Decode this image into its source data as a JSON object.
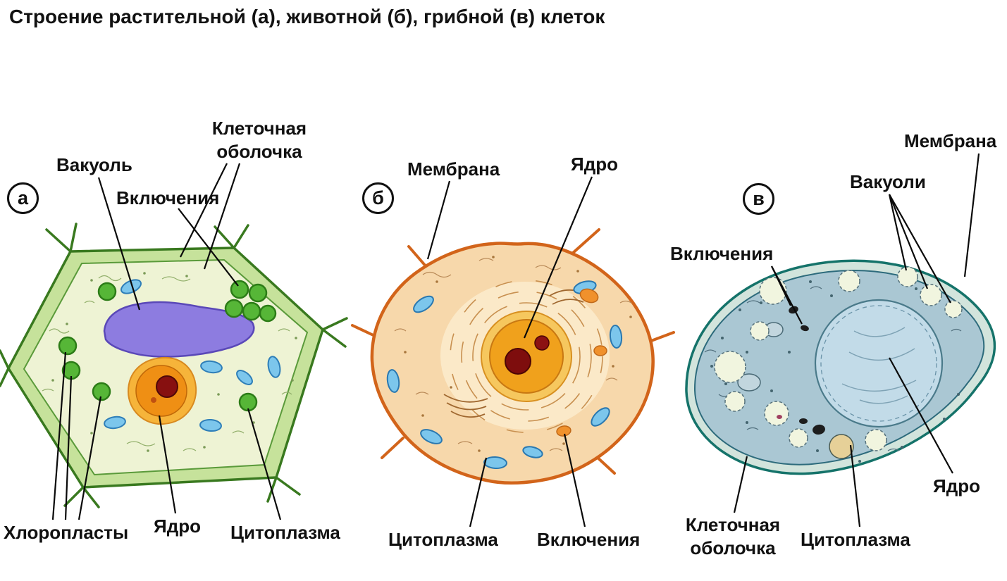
{
  "title": "Строение растительной (а), животной (б), грибной (в) клеток",
  "cells": {
    "plant": {
      "badge": "а",
      "labels": {
        "vacuole": "Вакуоль",
        "cell_wall": "Клеточная\nоболочка",
        "inclusions": "Включения",
        "chloroplasts": "Хлоропласты",
        "nucleus": "Ядро",
        "cytoplasm": "Цитоплазма"
      }
    },
    "animal": {
      "badge": "б",
      "labels": {
        "membrane": "Мембрана",
        "nucleus": "Ядро",
        "cytoplasm": "Цитоплазма",
        "inclusions": "Включения"
      }
    },
    "fungal": {
      "badge": "в",
      "labels": {
        "membrane": "Мембрана",
        "vacuoles": "Вакуоли",
        "inclusions": "Включения",
        "nucleus": "Ядро",
        "cell_wall": "Клеточная\nоболочка",
        "cytoplasm": "Цитоплазма"
      }
    }
  },
  "colors": {
    "label_color": "#111111",
    "plant_cell_wall_fill": "#c6e29b",
    "plant_cell_wall_stroke": "#39791f",
    "plant_cytoplasm_fill": "#eef3d4",
    "plant_vacuole_fill": "#8d7ce0",
    "plant_nucleus_fill": "#ef8f14",
    "plant_nucleolus_fill": "#871010",
    "chloroplast_fill": "#56b637",
    "inclusion_blue_fill": "#7cc6ec",
    "animal_membrane_stroke": "#d2641a",
    "animal_cytoplasm_fill": "#f7d8ab",
    "animal_nucleus_fill": "#f0a11c",
    "animal_nucleolus_fill": "#7e0d0d",
    "fungal_wall_fill": "#d2e4dc",
    "fungal_wall_stroke": "#15736a",
    "fungal_cytoplasm_fill": "#aac7d3",
    "fungal_nucleus_fill": "#c2dbe8",
    "fungal_vacuole_fill": "#f1f5df",
    "fungal_granule_fill": "#e6d098"
  }
}
